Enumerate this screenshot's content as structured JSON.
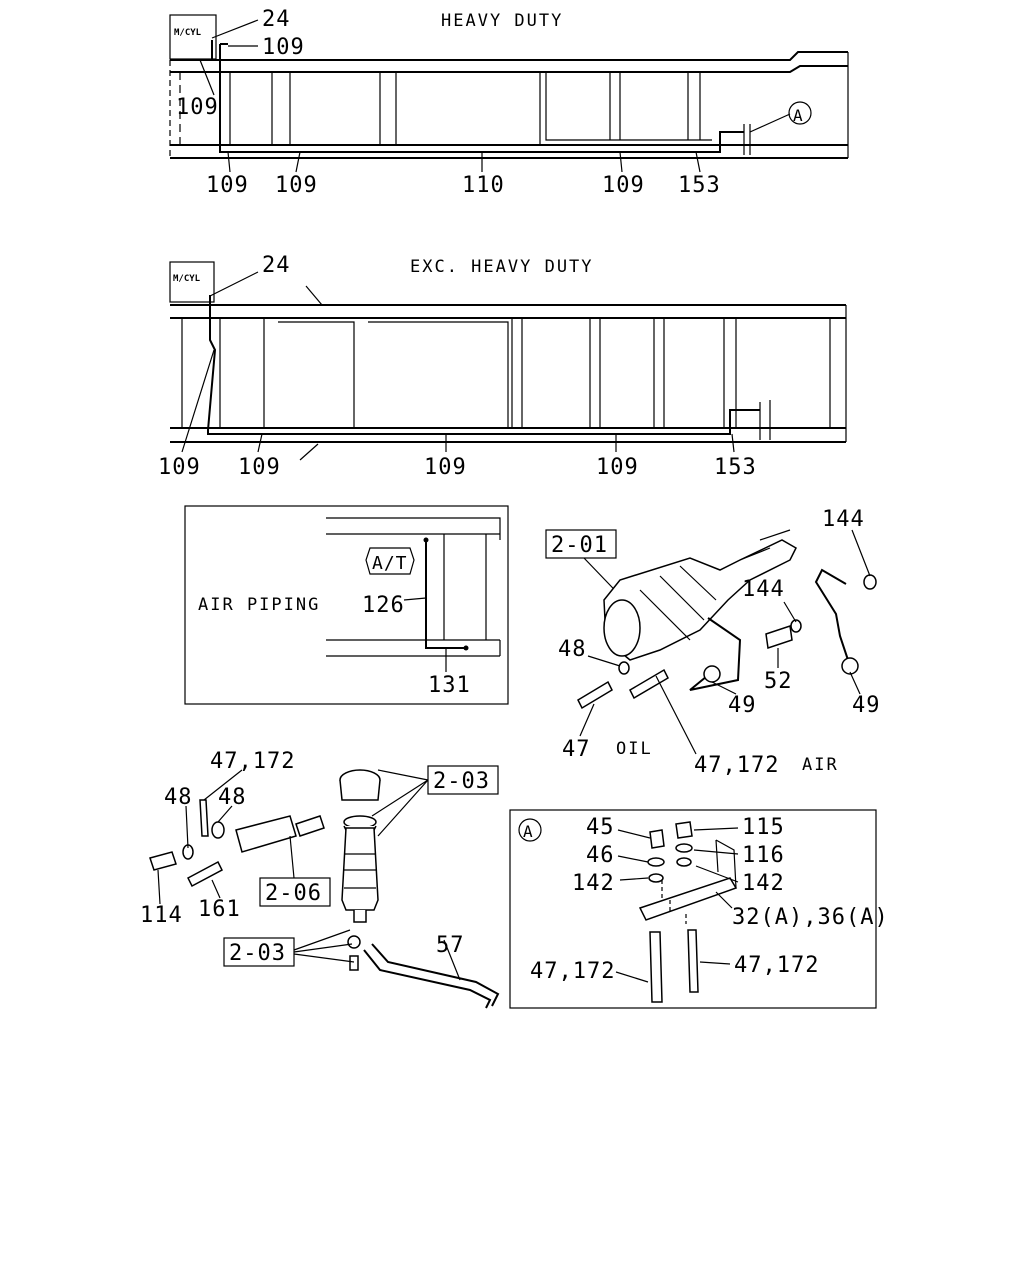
{
  "heavy_duty": {
    "title": "HEAVY DUTY",
    "mcyl": "M/CYL",
    "labels": [
      "24",
      "109",
      "109",
      "109",
      "109",
      "110",
      "109",
      "153"
    ],
    "callout": "A"
  },
  "exc_heavy_duty": {
    "title": "EXC. HEAVY DUTY",
    "mcyl": "M/CYL",
    "labels": [
      "24",
      "109",
      "109",
      "109",
      "109",
      "153"
    ]
  },
  "air_piping": {
    "title": "AIR PIPING",
    "at_tag": "A/T",
    "labels": [
      "126",
      "131"
    ]
  },
  "booster": {
    "ref_box": "2-01",
    "labels": [
      "144",
      "144",
      "48",
      "52",
      "49",
      "49",
      "47",
      "OIL",
      "47,172",
      "AIR"
    ]
  },
  "master_cylinder": {
    "ref_box_top": "2-03",
    "ref_box_mid": "2-06",
    "ref_box_bottom": "2-03",
    "labels": [
      "47,172",
      "48",
      "48",
      "114",
      "161",
      "57"
    ]
  },
  "detail_a": {
    "callout": "A",
    "labels": [
      "45",
      "115",
      "46",
      "116",
      "142",
      "142",
      "32(A),36(A)",
      "47,172",
      "47,172"
    ]
  }
}
